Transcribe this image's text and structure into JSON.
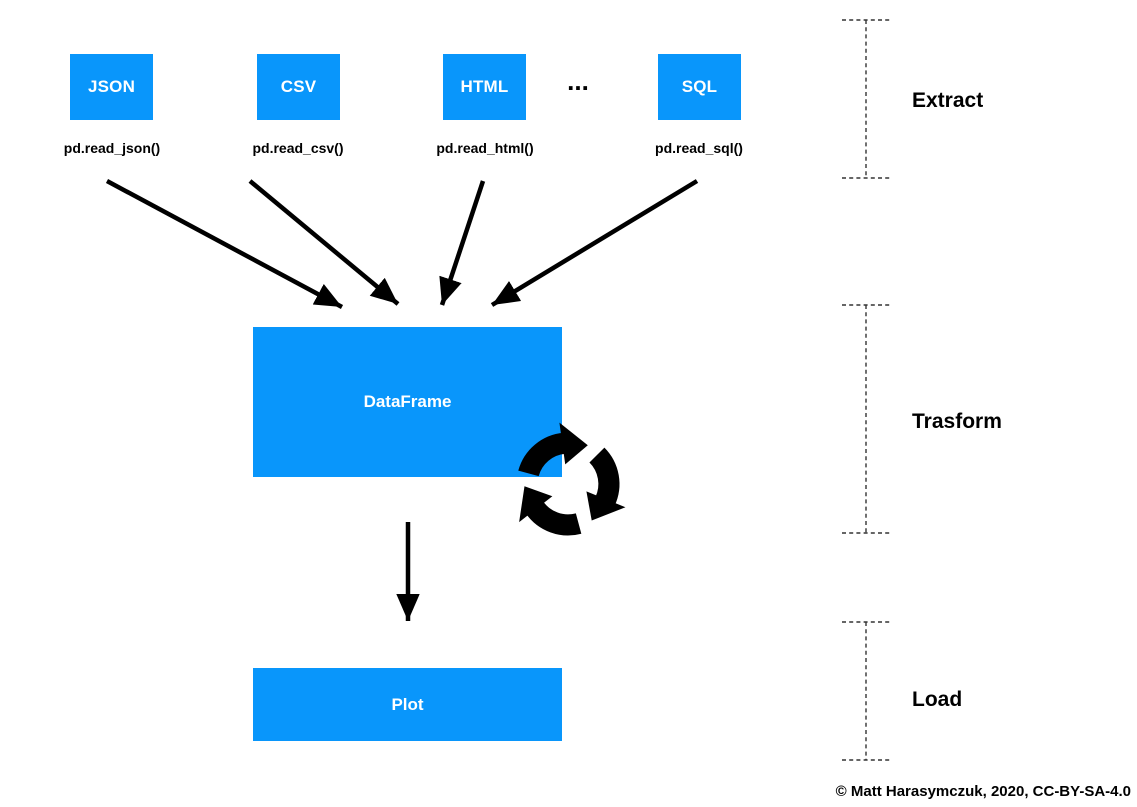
{
  "diagram": {
    "title_semantic": "pandas ETL flow",
    "sources": [
      {
        "label": "JSON",
        "function": "pd.read_json()"
      },
      {
        "label": "CSV",
        "function": "pd.read_csv()"
      },
      {
        "label": "HTML",
        "function": "pd.read_html()"
      },
      {
        "label": "SQL",
        "function": "pd.read_sql()"
      }
    ],
    "ellipsis": "...",
    "dataframe_label": "DataFrame",
    "plot_label": "Plot",
    "stages": [
      {
        "label": "Extract"
      },
      {
        "label": "Trasform"
      },
      {
        "label": "Load"
      }
    ],
    "footer": "© Matt Harasymczuk, 2020, CC-BY-SA-4.0",
    "colors": {
      "box_blue": "#0996FB",
      "arrow_black": "#000000",
      "bracket_gray": "#333333"
    }
  }
}
